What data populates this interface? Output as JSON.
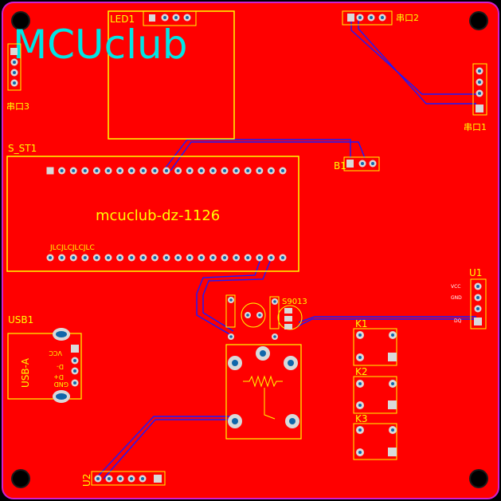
{
  "board": {
    "logo_text": "MCUclub",
    "project_label": "mcuclub-dz-1126",
    "silk_label_jlc": "JLCJLCJLCJLC",
    "colors": {
      "copper": "#ff0000",
      "silk": "#ffff00",
      "logo": "#00e5e5",
      "trace": "#1a1aff",
      "background": "#000000"
    }
  },
  "labels": {
    "led1": "LED1",
    "st_1": "S_ST1",
    "b1": "B1",
    "uart2": "串口2",
    "uart1": "串口1",
    "uart3": "串口3",
    "u1": "U1",
    "usb1": "USB1",
    "usb_a": "USB-A",
    "k1": "K1",
    "k2": "K2",
    "k3": "K3",
    "s9013": "S9013",
    "u2": "U2",
    "usb_vcc": "VCC",
    "usb_dm": "D-",
    "usb_dp": "D+",
    "usb_gnd": "GND",
    "u1_vcc": "VCC",
    "u1_gnd": "GND",
    "u1_dq": "DQ"
  }
}
